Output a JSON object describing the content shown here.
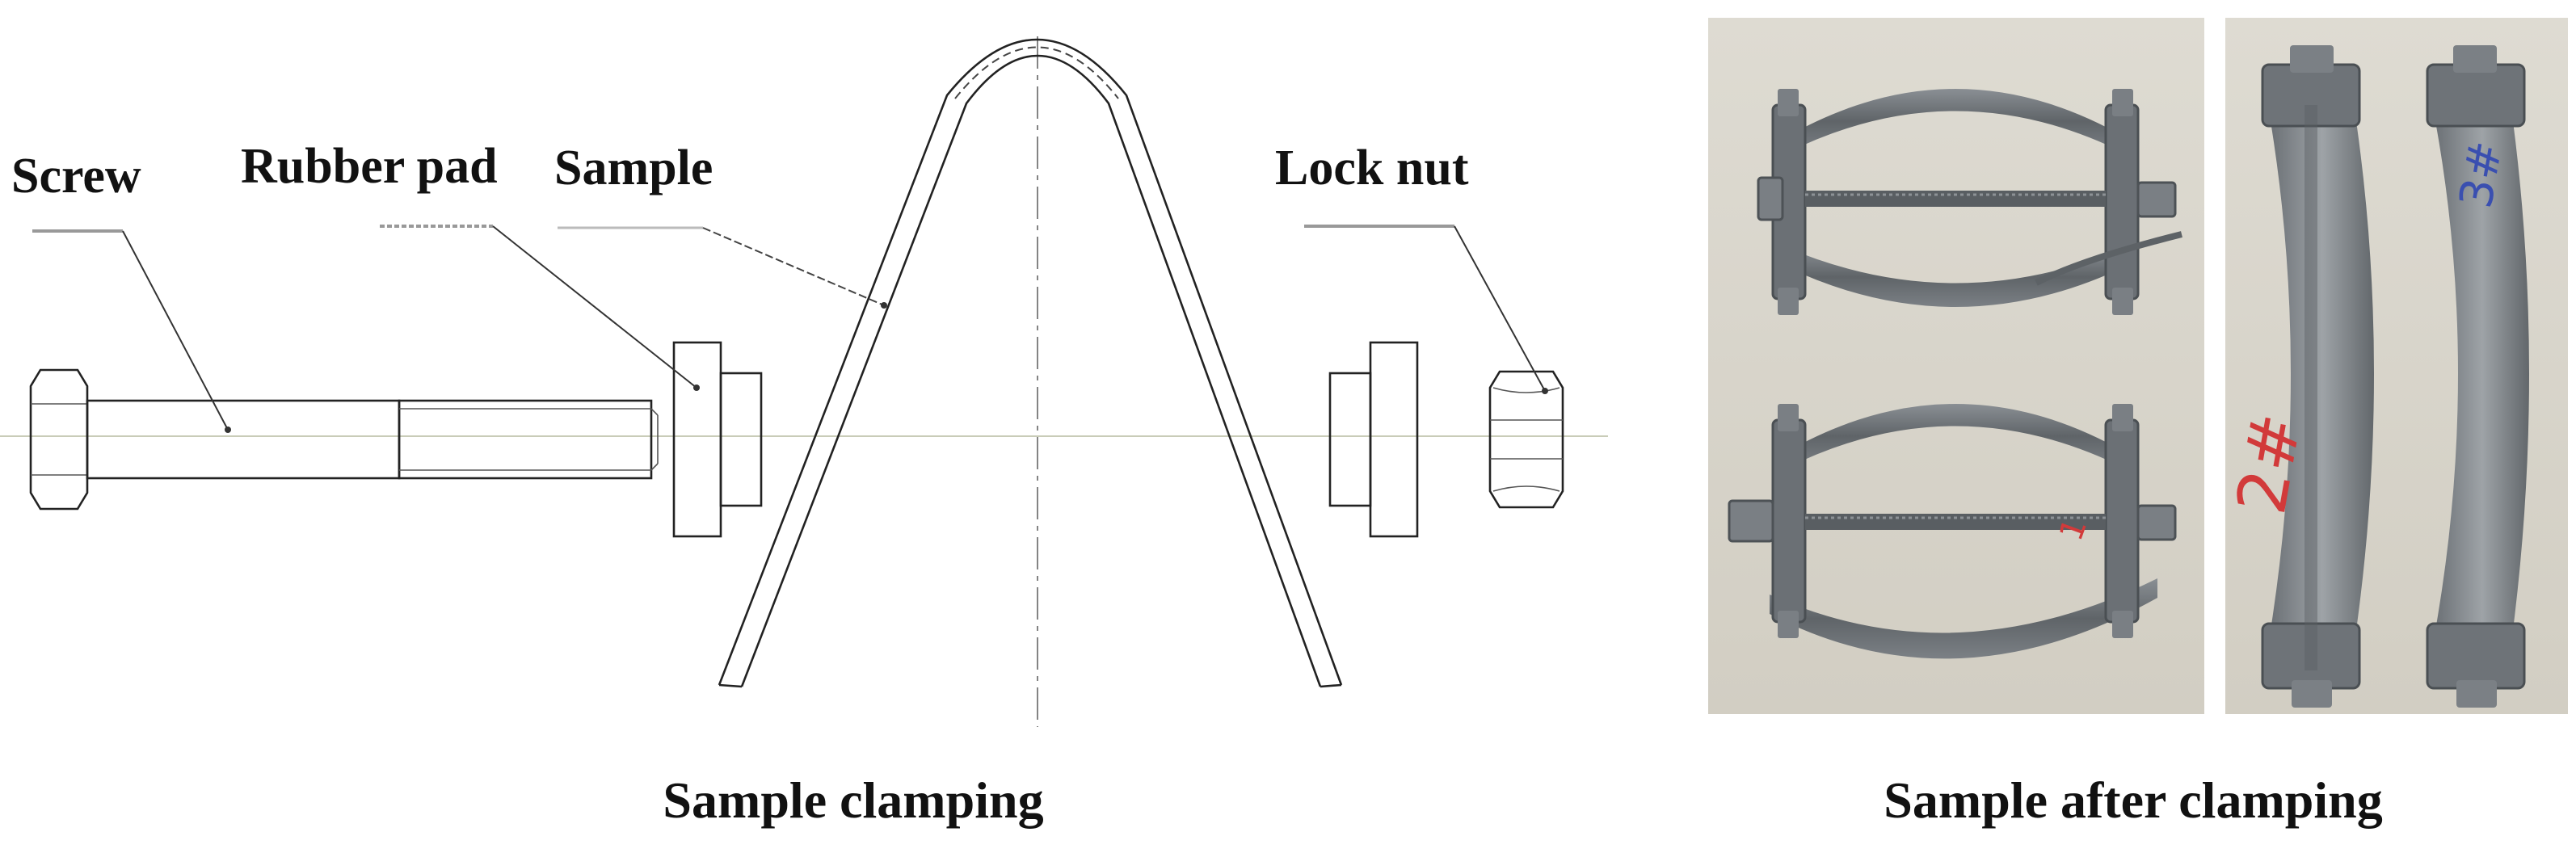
{
  "labels": {
    "screw": "Screw",
    "rubber_pad": "Rubber pad",
    "sample": "Sample",
    "lock_nut": "Lock nut"
  },
  "captions": {
    "left": "Sample clamping",
    "right": "Sample after clamping"
  },
  "colors": {
    "ink": "#222222",
    "photo_background": "#d9d5cb",
    "metal": "#6f7479",
    "metal_dark": "#4d5256",
    "marker_red": "#d23a3a",
    "marker_blue": "#3a4fb0"
  },
  "photos": {
    "left_marks": "1",
    "right_mark_front": "2#",
    "right_mark_side": "3#"
  }
}
